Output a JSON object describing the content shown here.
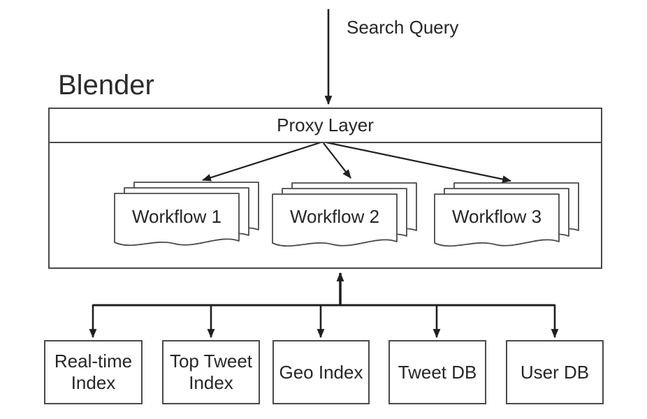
{
  "diagram": {
    "title": "Blender",
    "input_label": "Search Query",
    "proxy_layer": {
      "label": "Proxy Layer"
    },
    "workflows": [
      {
        "label": "Workflow 1"
      },
      {
        "label": "Workflow 2"
      },
      {
        "label": "Workflow 3"
      }
    ],
    "data_stores": [
      {
        "label": "Real-time\nIndex"
      },
      {
        "label": "Top Tweet\nIndex"
      },
      {
        "label": "Geo Index"
      },
      {
        "label": "Tweet DB"
      },
      {
        "label": "User DB"
      }
    ],
    "colors": {
      "background": "#ffffff",
      "box_border": "#4a4a4a",
      "arrow": "#1f1f1f",
      "text": "#262626"
    }
  }
}
